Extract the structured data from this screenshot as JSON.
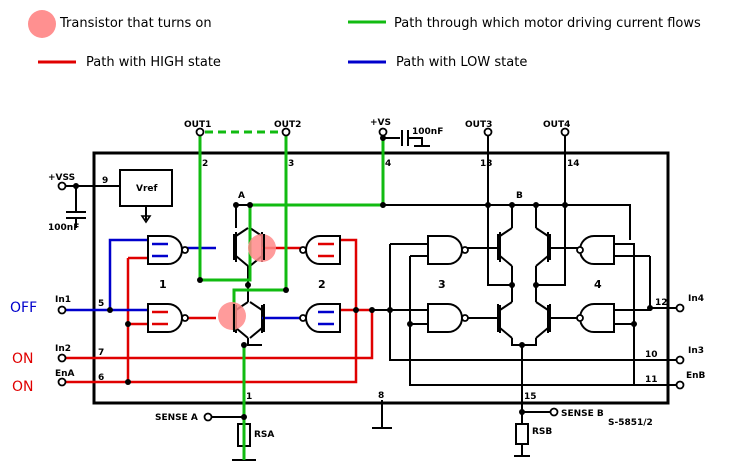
{
  "legend": {
    "transistor_on": "Transistor that turns on",
    "motor_path": "Path through which motor driving current flows",
    "high_state": "Path with HIGH state",
    "low_state": "Path with LOW state"
  },
  "colors": {
    "on_marker": "#ff8a8a",
    "motor_path": "#11bb11",
    "high_state": "#e00000",
    "low_state": "#0000cc"
  },
  "pins": {
    "out1": "OUT1",
    "out2": "OUT2",
    "out3": "OUT3",
    "out4": "OUT4",
    "vs": "+VS",
    "vss": "+VSS",
    "cap_vs": "100nF",
    "cap_vss": "100nF",
    "vref": "Vref",
    "in1": "In1",
    "in2": "In2",
    "ena": "EnA",
    "in3": "In3",
    "in4": "In4",
    "enb": "EnB",
    "sense_a": "SENSE A",
    "sense_b": "SENSE B",
    "rsa": "RSA",
    "rsb": "RSB",
    "bridge_a": "A",
    "bridge_b": "B",
    "n2": "2",
    "n3": "3",
    "n4": "4",
    "n13": "13",
    "n14": "14",
    "n9": "9",
    "n5": "5",
    "n7": "7",
    "n6": "6",
    "n12": "12",
    "n10": "10",
    "n11": "11",
    "n1": "1",
    "n8": "8",
    "n15": "15",
    "code": "S-5851/2"
  },
  "blocks": {
    "g1": "1",
    "g2": "2",
    "g3": "3",
    "g4": "4"
  },
  "states": {
    "in1": "OFF",
    "in2": "ON",
    "ena": "ON"
  },
  "state_colors": {
    "off": "#0000cc",
    "on": "#e00000"
  }
}
